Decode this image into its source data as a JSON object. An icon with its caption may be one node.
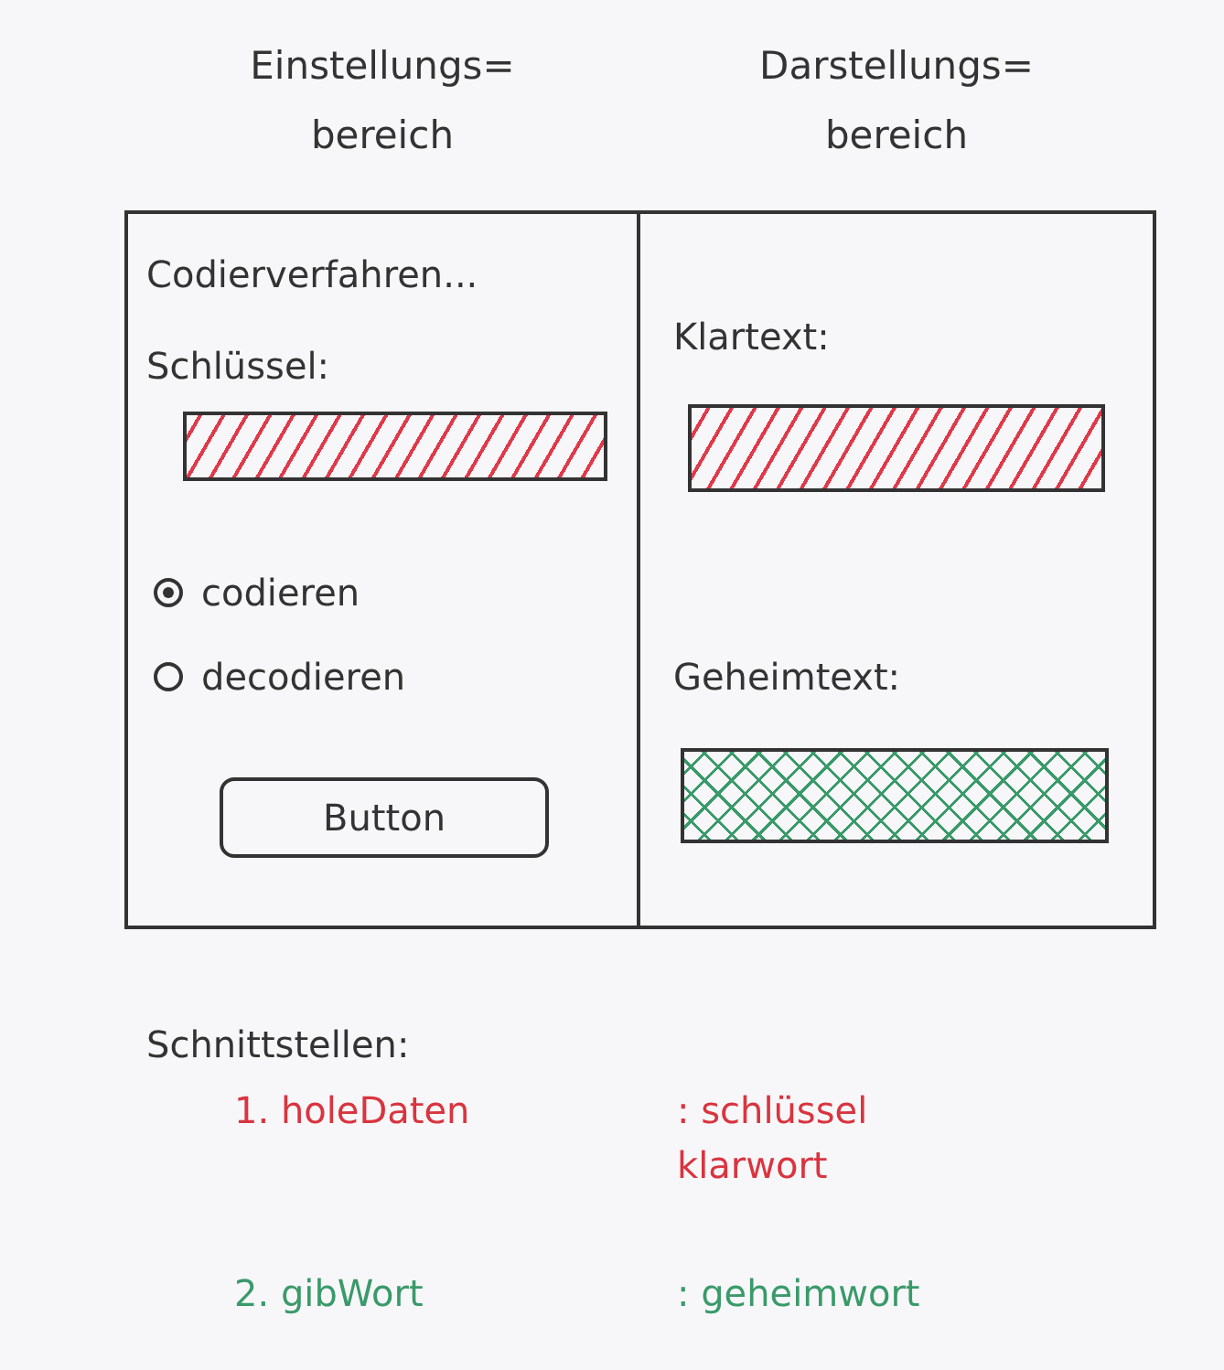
{
  "diagram": {
    "nodes": [
      {
        "text": [
          "Einstellungs= bereich"
        ]
      },
      {
        "text": [
          "Darstellungs= bereich"
        ]
      },
      {
        "text": [],
        "shape": "bar",
        "in": 0
      },
      {
        "text": [
          "Button"
        ],
        "in": 0
      },
      {
        "text": [],
        "shape": "bar",
        "in": 1
      },
      {
        "text": [],
        "shape": "bar",
        "in": 1
      }
    ],
    "labels": [
      "Codierverfahren...",
      "Schlüssel:",
      "codieren",
      "decodieren",
      "Klartext:",
      "Geheimtext:",
      "Schnittstellen:",
      "1. holeDaten",
      ": schlüssel klarwort",
      "2. gibWort",
      ": geheimwort"
    ]
  }
}
